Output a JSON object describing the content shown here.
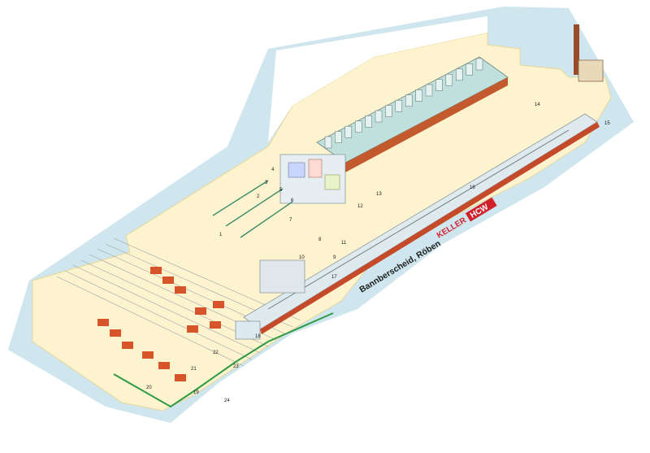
{
  "plant": {
    "site_name": "Bannberscheid, Röben",
    "brand": {
      "left": "KELLER",
      "right": "HCW"
    }
  },
  "colors": {
    "ground": "#cfe6ee",
    "floor": "#fdf3cf",
    "floor_edge": "#e6d69a",
    "kiln": "#e9842f",
    "steel": "#ccd7dd",
    "track": "#2e9a43",
    "pallet": "#d8542a"
  },
  "labels": [
    "1",
    "2",
    "3",
    "4",
    "5",
    "6",
    "7",
    "8",
    "9",
    "10",
    "11",
    "12",
    "13",
    "14",
    "15",
    "16",
    "17",
    "18",
    "19",
    "20",
    "21",
    "22",
    "23",
    "24"
  ]
}
